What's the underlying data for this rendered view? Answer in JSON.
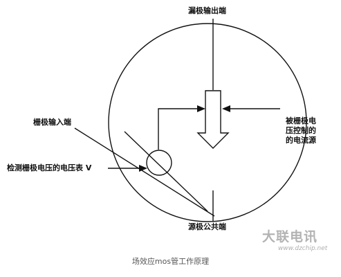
{
  "labels": {
    "drain_output": "漏极输出端",
    "gate_input": "栅极输入端",
    "gate_voltage_meter": "检测栅极电压的电压表 V",
    "source_common": "源极公共端",
    "controlled_current_source": [
      "被栅极电",
      "压控制的",
      "的电流源"
    ]
  },
  "caption": "场效应mos管工作原理",
  "watermark": {
    "brand": "大联电讯",
    "site": "www.dzchip.net"
  },
  "colors": {
    "ink": "#111111",
    "caption": "#555555",
    "watermark": "#9a9a9a",
    "background": "#ffffff"
  }
}
